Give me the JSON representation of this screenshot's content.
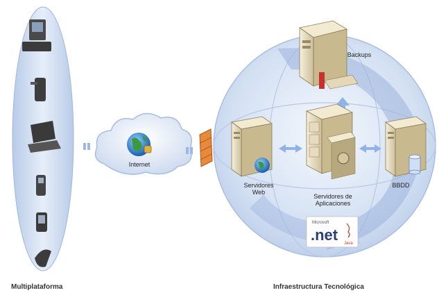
{
  "captions": {
    "left": "Multiplataforma",
    "right": "Infraestructura Tecnológica"
  },
  "cloud": {
    "label": "Internet",
    "icon": "globe-icon"
  },
  "nodes": {
    "backup": "Backups",
    "web_line1": "Servidores",
    "web_line2": "Web",
    "apps_line1": "Servidores de",
    "apps_line2": "Aplicaciones",
    "db": "BBDD"
  },
  "logo": {
    "microsoft": "Microsoft",
    "net": ".net",
    "java": "Java"
  },
  "devices": [
    "desktop-computer-icon",
    "phone-icon",
    "laptop-icon",
    "mobile-phone-icon",
    "pda-icon",
    "flip-phone-icon"
  ],
  "colors": {
    "ellipse": "#c8d8ee",
    "ring": "#9db3dd",
    "arrow": "#8fb3e6",
    "server": "#e8dcc0",
    "firewall": "#e98a3a"
  }
}
